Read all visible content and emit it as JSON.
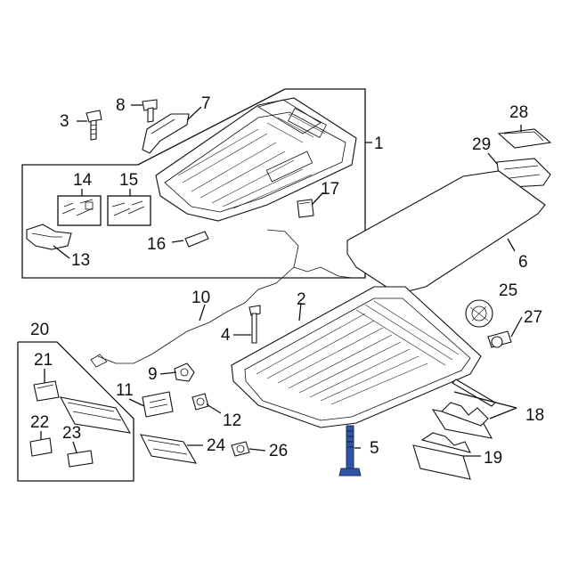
{
  "diagram": {
    "highlight_color": "#2f55a4",
    "highlighted_part": "5",
    "callouts": {
      "c1": "1",
      "c2": "2",
      "c3": "3",
      "c4": "4",
      "c5": "5",
      "c6": "6",
      "c7": "7",
      "c8": "8",
      "c9": "9",
      "c10": "10",
      "c11": "11",
      "c12": "12",
      "c13": "13",
      "c14": "14",
      "c15": "15",
      "c16": "16",
      "c17": "17",
      "c18": "18",
      "c19": "19",
      "c20": "20",
      "c21": "21",
      "c22": "22",
      "c23": "23",
      "c24": "24",
      "c25": "25",
      "c26": "26",
      "c27": "27",
      "c28": "28",
      "c29": "29"
    }
  }
}
